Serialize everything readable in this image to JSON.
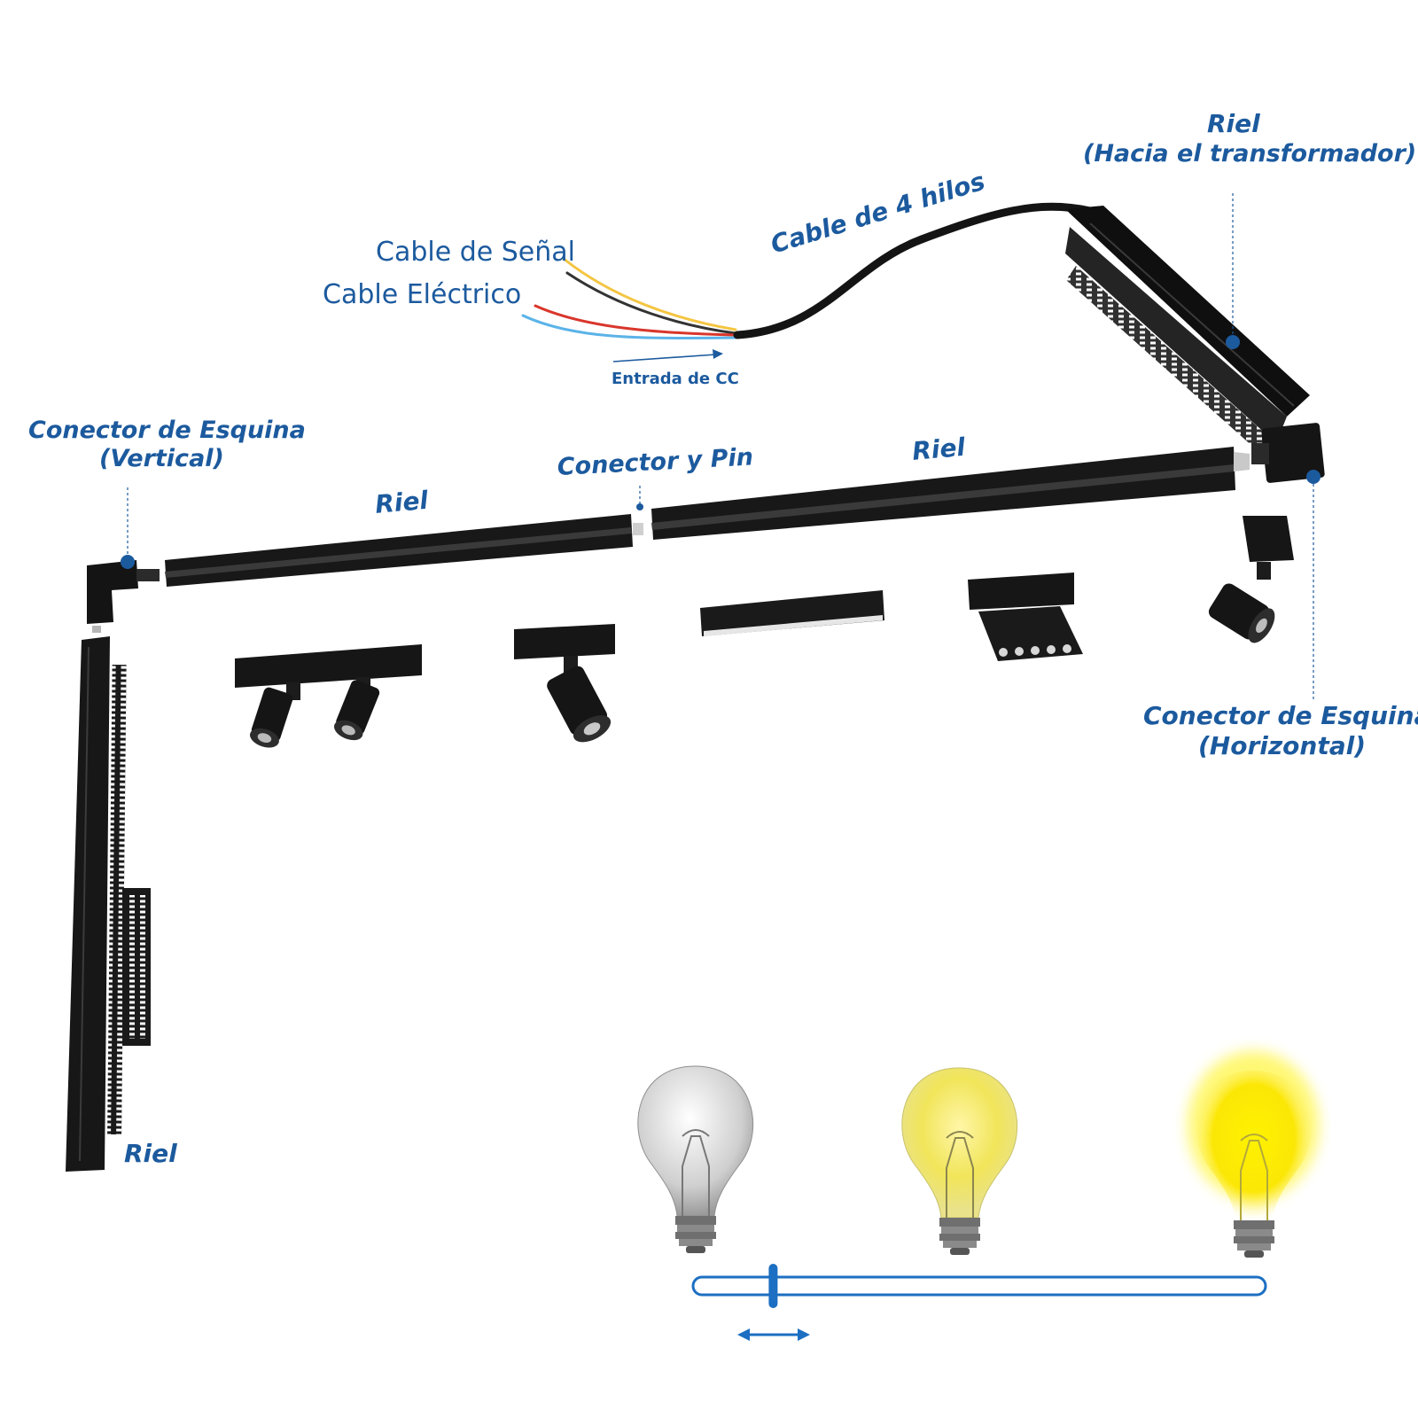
{
  "labels": {
    "riel_transformer_title": "Riel",
    "riel_transformer_subtitle": "(Hacia el transformador)",
    "cable_4_hilos": "Cable de 4 hilos",
    "cable_senal": "Cable de Señal",
    "cable_electrico": "Cable Eléctrico",
    "entrada_cc": "Entrada de CC",
    "conector_vertical_title": "Conector de Esquina",
    "conector_vertical_subtitle": "(Vertical)",
    "conector_pin": "Conector y Pin",
    "riel_left": "Riel",
    "riel_center": "Riel",
    "riel_bottom": "Riel",
    "conector_horizontal_title": "Conector de Esquina",
    "conector_horizontal_subtitle": "(Horizontal)"
  },
  "colors": {
    "label_blue": "#1c5a9e",
    "rail_black": "#161616",
    "wire_yellow": "#f4c542",
    "wire_black": "#333333",
    "wire_red": "#d9362b",
    "wire_blue": "#5bb3e8",
    "bulb_glow": "#fff200"
  },
  "dimmer": {
    "bulb_brightness_levels": [
      0,
      0.5,
      1
    ],
    "slider_position": 0.14
  }
}
